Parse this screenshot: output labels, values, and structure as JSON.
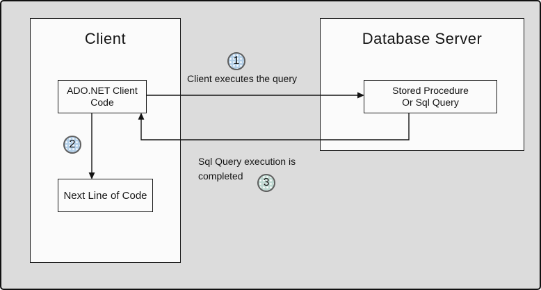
{
  "containers": {
    "client": {
      "title": "Client"
    },
    "database_server": {
      "title": "Database Server"
    }
  },
  "nodes": {
    "ado_net": {
      "line1": "ADO.NET Client",
      "line2": "Code"
    },
    "stored_proc": {
      "line1": "Stored Procedure",
      "line2": "Or Sql Query"
    },
    "next_line": {
      "label": "Next Line of Code"
    }
  },
  "steps": {
    "step1": {
      "number": "1",
      "label": "Client executes the query"
    },
    "step2": {
      "number": "2"
    },
    "step3": {
      "number": "3",
      "label_line1": "Sql Query execution is",
      "label_line2": "completed"
    }
  },
  "arrows": {
    "execute_query": "from ADO.NET Client Code to Stored Procedure Or Sql Query",
    "query_completed": "from Stored Procedure Or Sql Query back to ADO.NET Client Code",
    "next_line": "from ADO.NET Client Code down to Next Line of Code"
  },
  "colors": {
    "background": "#dcdcdc",
    "box_fill": "#fbfbfb",
    "border": "#1a1a1a",
    "step_badge_fill": "#b3cfe8",
    "step3_badge_fill": "#bfd9d2",
    "step_badge_border": "#5f5f5f"
  }
}
